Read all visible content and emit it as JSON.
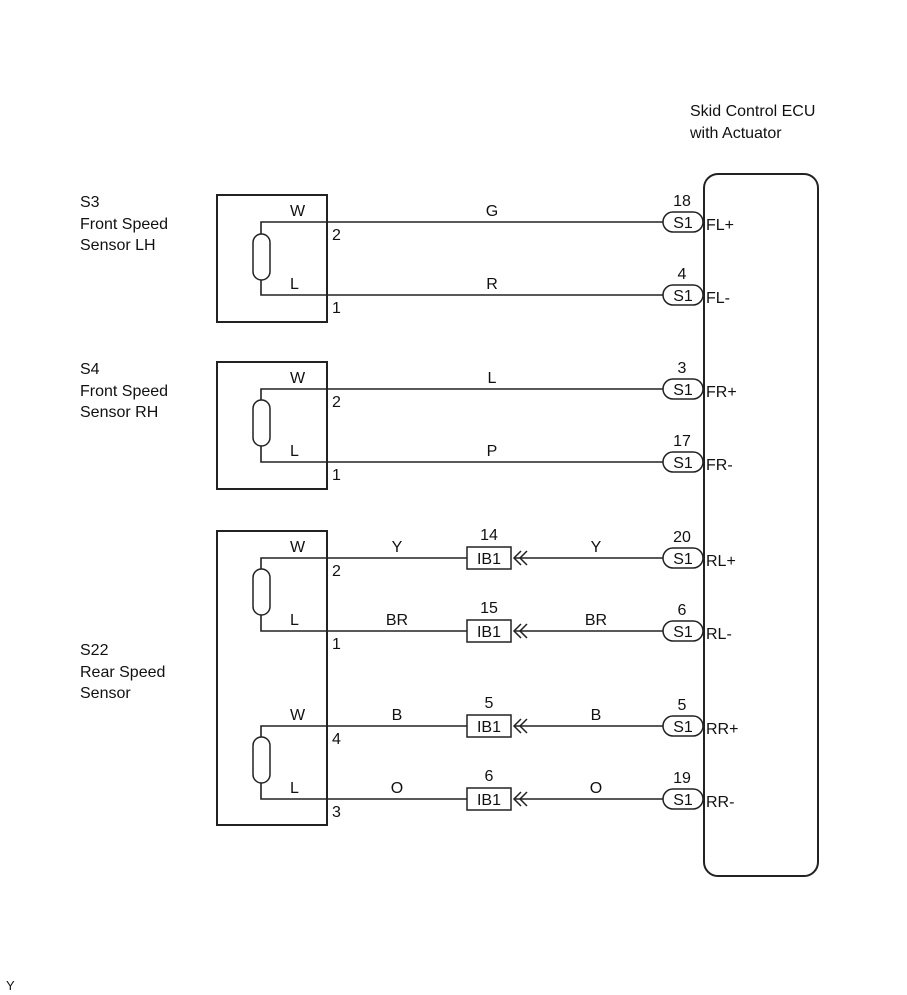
{
  "ecu": {
    "title_line1": "Skid Control ECU",
    "title_line2": "with Actuator",
    "connector": "S1"
  },
  "sensors": [
    {
      "code": "S3",
      "name_line1": "Front Speed",
      "name_line2": "Sensor LH"
    },
    {
      "code": "S4",
      "name_line1": "Front Speed",
      "name_line2": "Sensor RH"
    },
    {
      "code": "S22",
      "name_line1": "Rear Speed",
      "name_line2": "Sensor"
    }
  ],
  "circuits": [
    {
      "sensor_wire": "W",
      "sensor_pin": "2",
      "wire_color": "G",
      "ecu_pin": "18",
      "ecu_terminal": "FL+"
    },
    {
      "sensor_wire": "L",
      "sensor_pin": "1",
      "wire_color": "R",
      "ecu_pin": "4",
      "ecu_terminal": "FL-"
    },
    {
      "sensor_wire": "W",
      "sensor_pin": "2",
      "wire_color": "L",
      "ecu_pin": "3",
      "ecu_terminal": "FR+"
    },
    {
      "sensor_wire": "L",
      "sensor_pin": "1",
      "wire_color": "P",
      "ecu_pin": "17",
      "ecu_terminal": "FR-"
    },
    {
      "sensor_wire": "W",
      "sensor_pin": "2",
      "wire_color_left": "Y",
      "junction": "IB1",
      "junction_pin": "14",
      "wire_color_right": "Y",
      "ecu_pin": "20",
      "ecu_terminal": "RL+"
    },
    {
      "sensor_wire": "L",
      "sensor_pin": "1",
      "wire_color_left": "BR",
      "junction": "IB1",
      "junction_pin": "15",
      "wire_color_right": "BR",
      "ecu_pin": "6",
      "ecu_terminal": "RL-"
    },
    {
      "sensor_wire": "W",
      "sensor_pin": "4",
      "wire_color_left": "B",
      "junction": "IB1",
      "junction_pin": "5",
      "wire_color_right": "B",
      "ecu_pin": "5",
      "ecu_terminal": "RR+"
    },
    {
      "sensor_wire": "L",
      "sensor_pin": "3",
      "wire_color_left": "O",
      "junction": "IB1",
      "junction_pin": "6",
      "wire_color_right": "O",
      "ecu_pin": "19",
      "ecu_terminal": "RR-"
    }
  ],
  "footer_mark": "Y"
}
